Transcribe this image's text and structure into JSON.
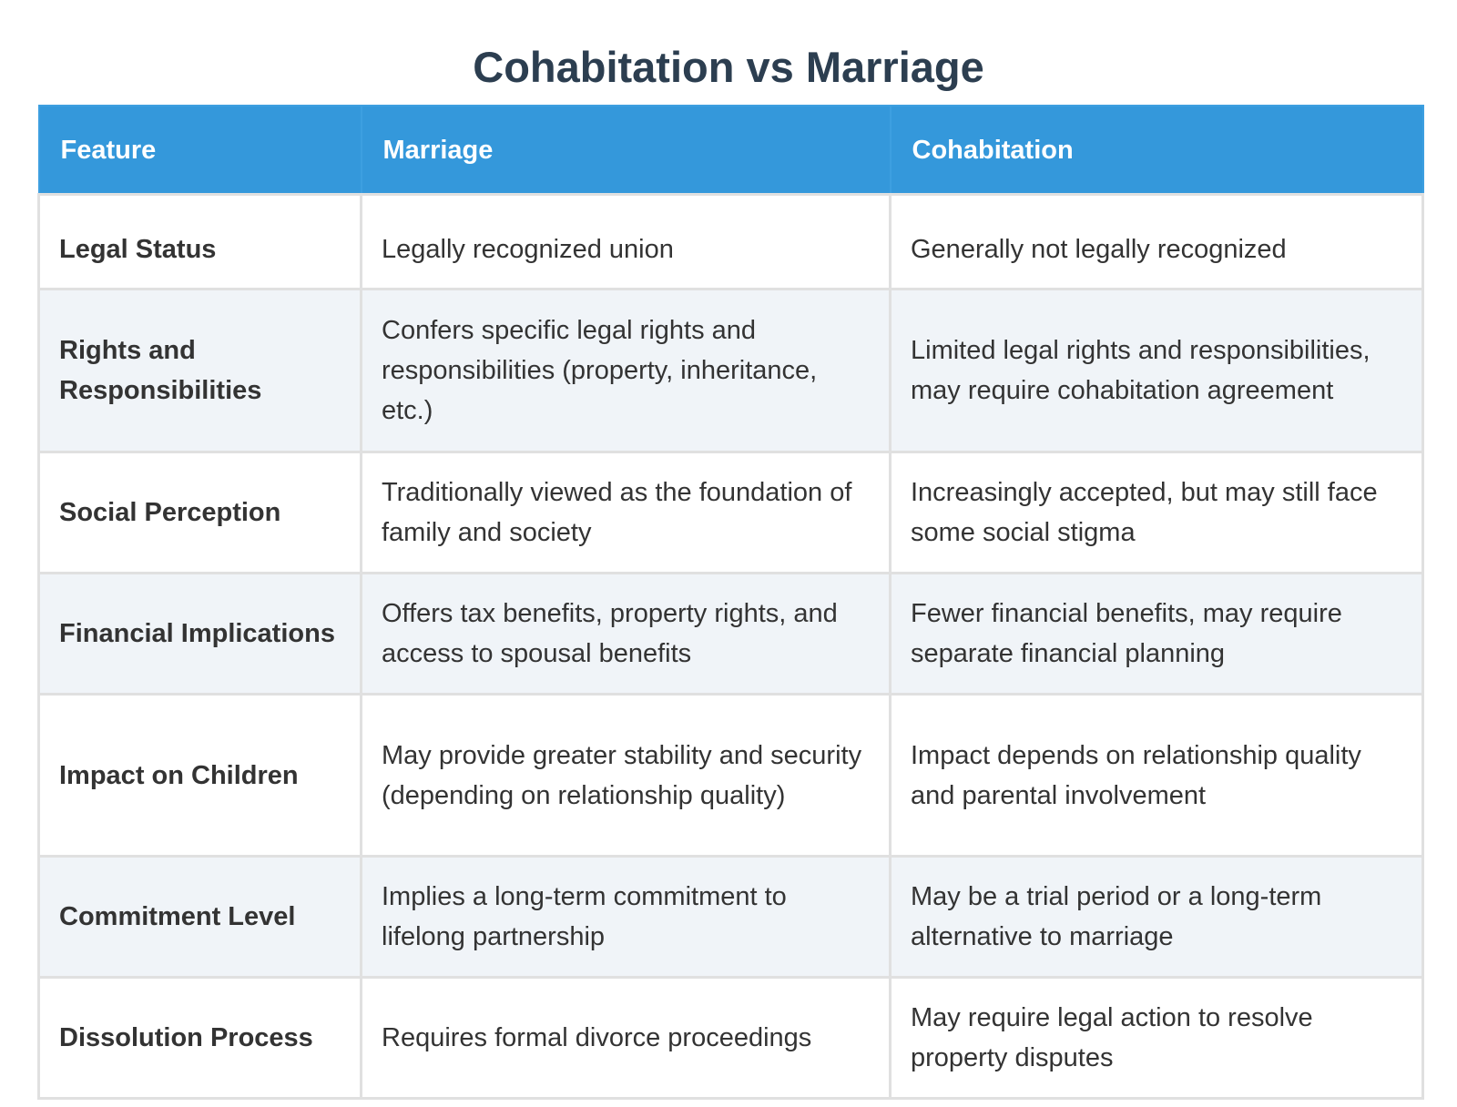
{
  "title": "Cohabitation vs Marriage",
  "columns": [
    "Feature",
    "Marriage",
    "Cohabitation"
  ],
  "rows": [
    {
      "feature": "Legal Status",
      "marriage": "Legally recognized union",
      "cohabitation": "Generally not legally recognized"
    },
    {
      "feature": "Rights and Responsibilities",
      "marriage": "Confers specific legal rights and responsibilities (property, inheritance, etc.)",
      "cohabitation": "Limited legal rights and responsibilities, may require cohabitation agreement"
    },
    {
      "feature": "Social Perception",
      "marriage": "Traditionally viewed as the foundation of family and society",
      "cohabitation": "Increasingly accepted, but may still face some social stigma"
    },
    {
      "feature": "Financial Implications",
      "marriage": "Offers tax benefits, property rights, and access to spousal benefits",
      "cohabitation": "Fewer financial benefits, may require separate financial planning"
    },
    {
      "feature": "Impact on Children",
      "marriage": "May provide greater stability and security (depending on relationship quality)",
      "cohabitation": "Impact depends on relationship quality and parental involvement"
    },
    {
      "feature": "Commitment Level",
      "marriage": "Implies a long-term commitment to lifelong partnership",
      "cohabitation": "May be a trial period or a long-term alternative to marriage"
    },
    {
      "feature": "Dissolution Process",
      "marriage": "Requires formal divorce proceedings",
      "cohabitation": "May require legal action to resolve property disputes"
    }
  ],
  "colors": {
    "title": "#2c3e50",
    "header_bg": "#3498db",
    "header_text": "#ffffff",
    "stripe_bg": "#f0f4f8",
    "border": "#e0e0e0"
  }
}
